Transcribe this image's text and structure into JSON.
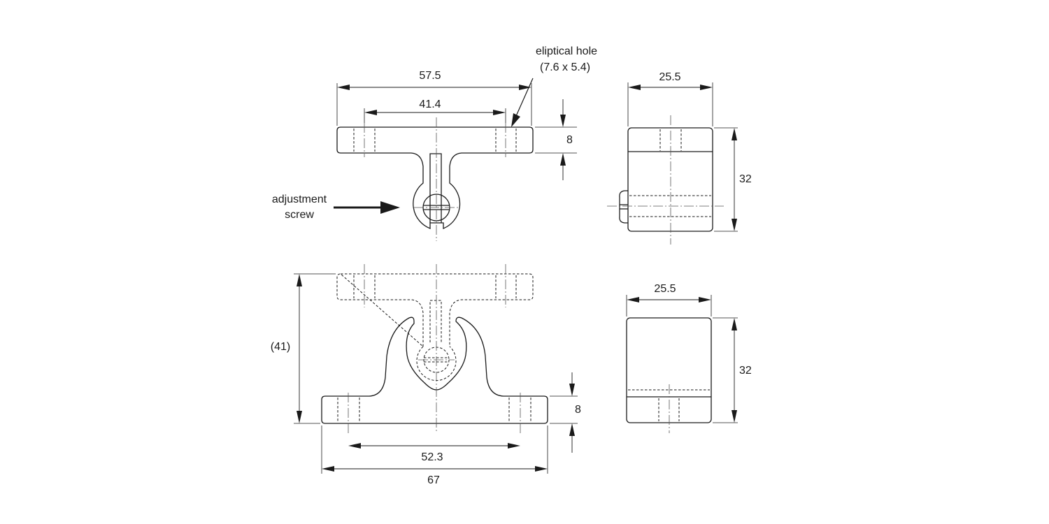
{
  "top_front": {
    "dim_overall_width": "57.5",
    "dim_hole_spacing": "41.4",
    "dim_flange_thickness": "8",
    "callout_hole_line1": "eliptical hole",
    "callout_hole_line2": "(7.6 x 5.4)",
    "callout_screw_line1": "adjustment",
    "callout_screw_line2": "screw"
  },
  "top_side": {
    "dim_width": "25.5",
    "dim_height": "32"
  },
  "bottom_front": {
    "dim_assembled_height": "(41)",
    "dim_hole_spacing": "52.3",
    "dim_overall_width": "67",
    "dim_base_thickness": "8"
  },
  "bottom_side": {
    "dim_width": "25.5",
    "dim_height": "32"
  }
}
